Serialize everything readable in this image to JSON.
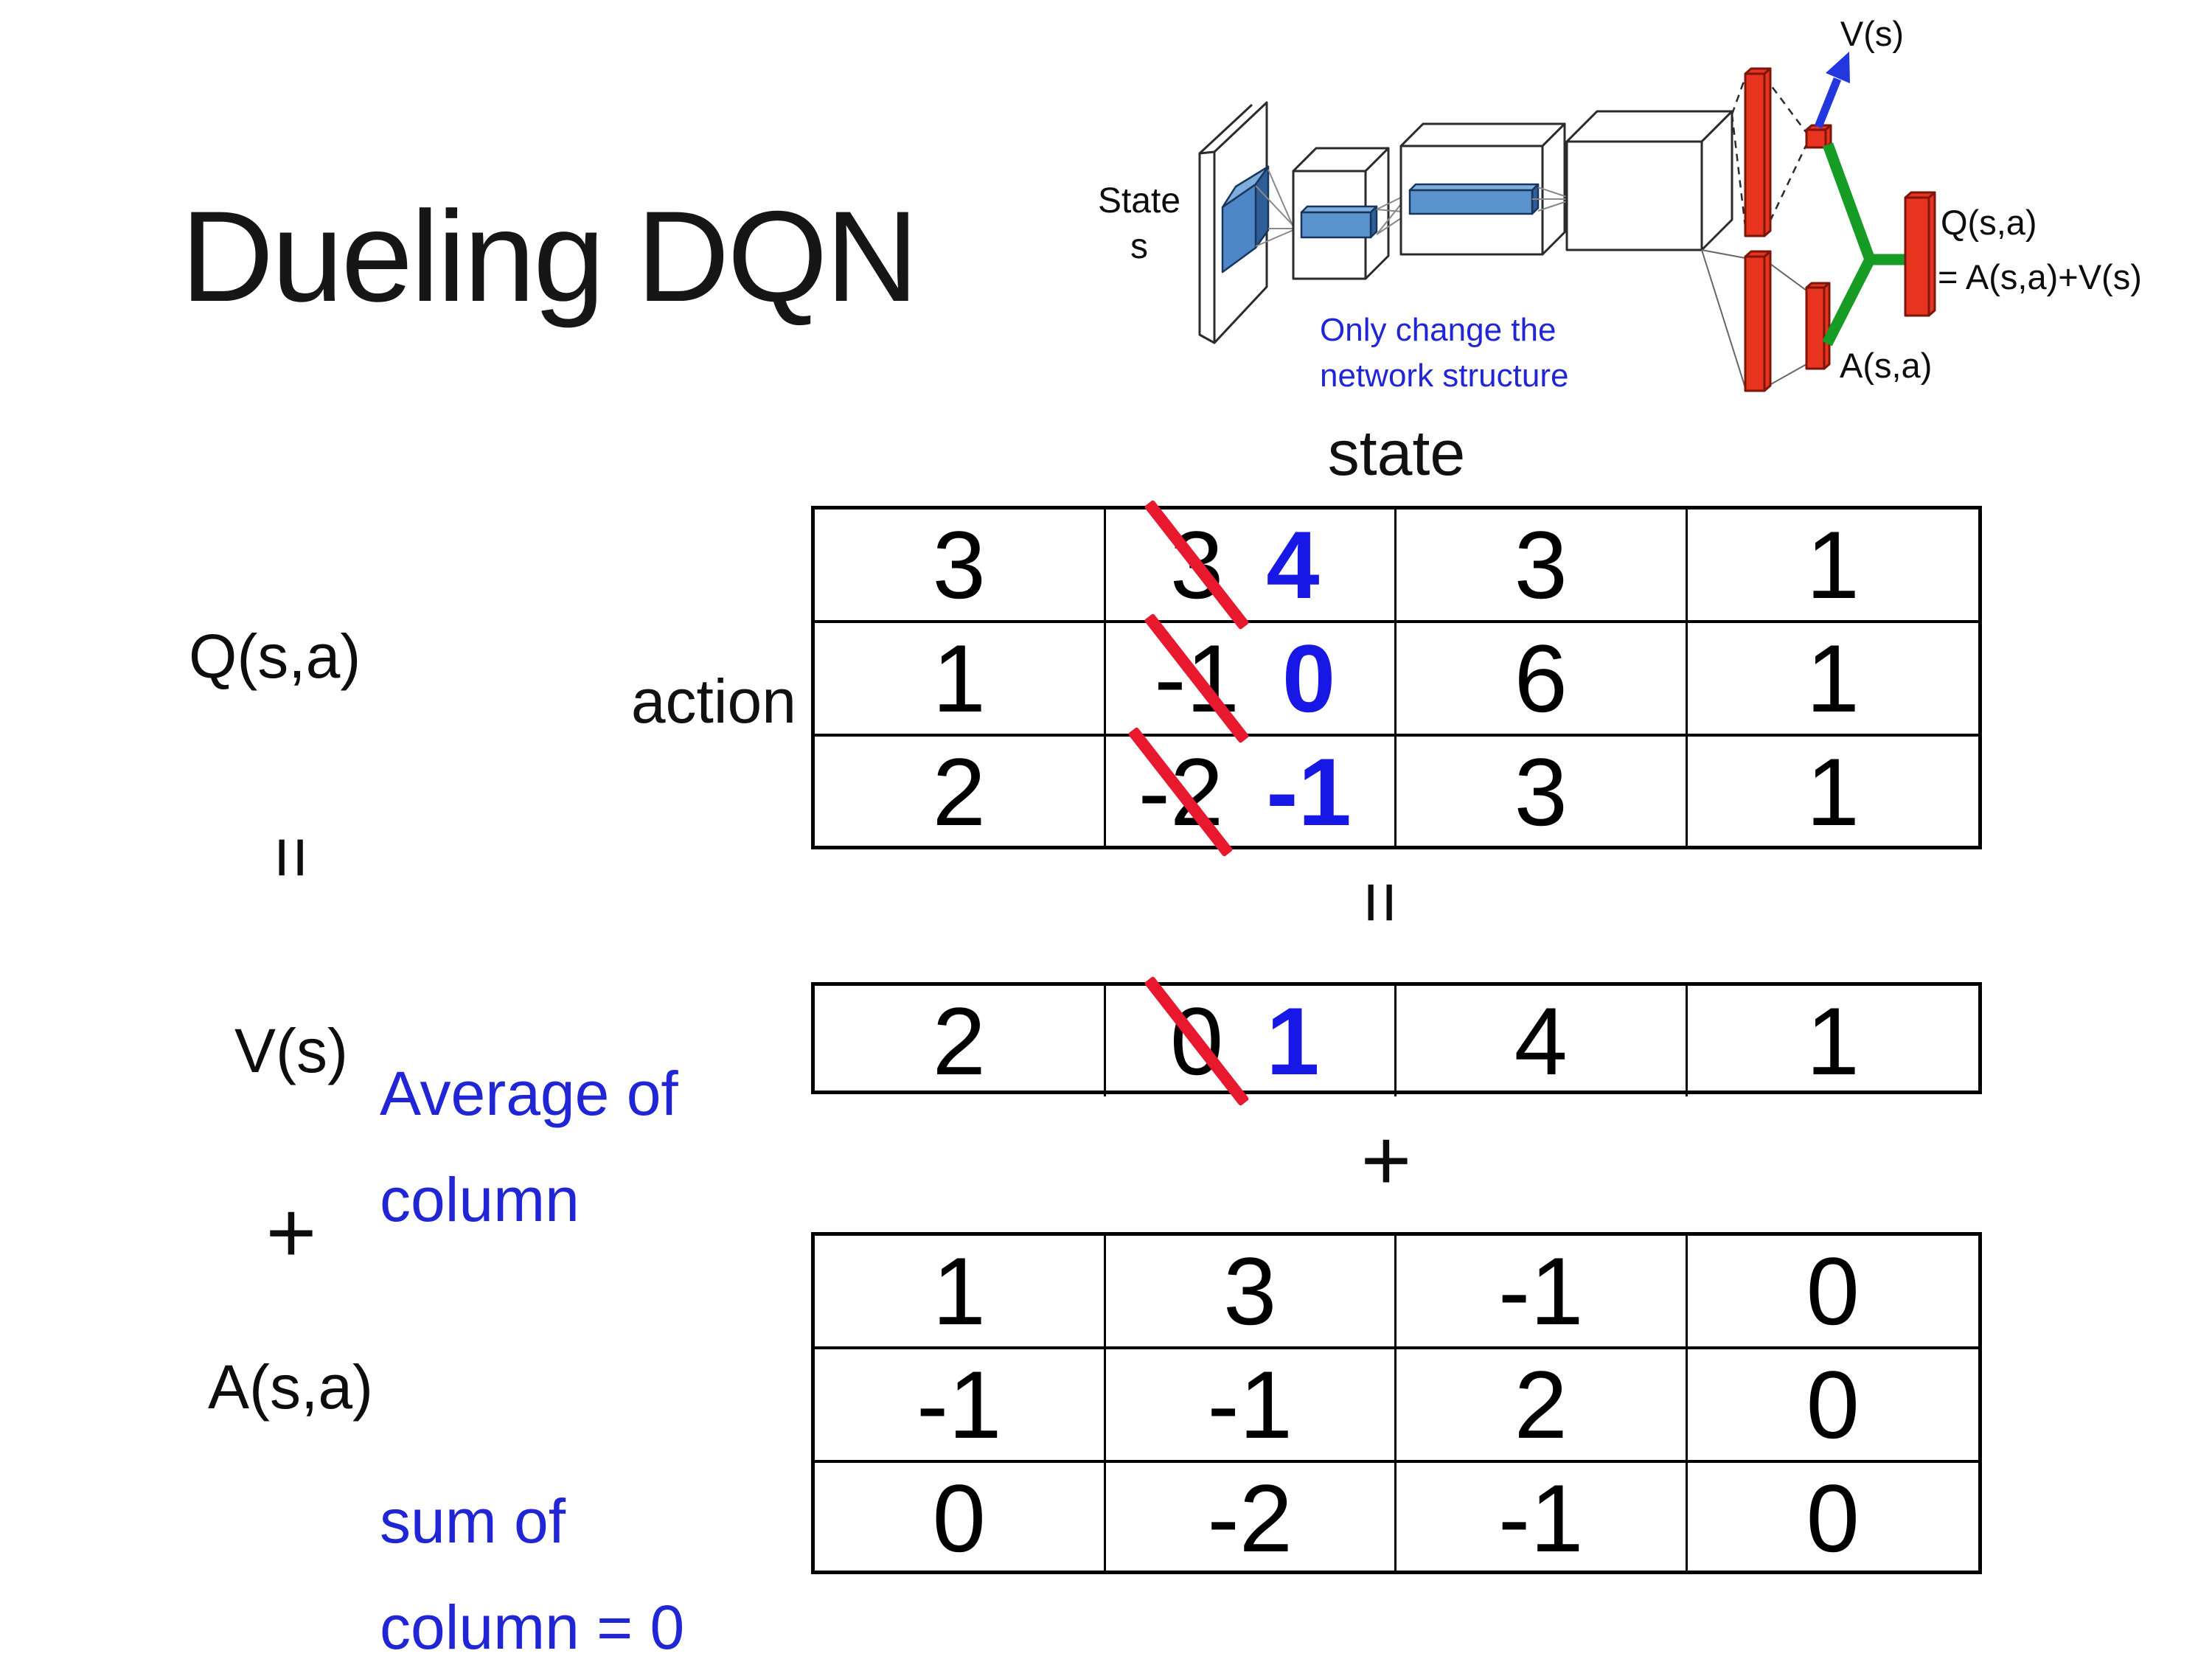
{
  "title": "Dueling DQN",
  "diagram": {
    "state_line1": "State",
    "state_line2": "s",
    "note_line1": "Only change the",
    "note_line2": "network structure",
    "v_out_label": "V(s)",
    "a_out_label": "A(s,a)",
    "q_out_line1": "Q(s,a)",
    "q_out_line2": "= A(s,a)+V(s)"
  },
  "decomposition": {
    "q_label": "Q(s,a)",
    "equals_symbol": "=",
    "plus_symbol": "+",
    "v_label": "V(s)",
    "a_label": "A(s,a)",
    "average_note_line1": "Average of",
    "average_note_line2": "column",
    "sum_note_line1": "sum of",
    "sum_note_line2": "column = 0"
  },
  "tables": {
    "state_header": "state",
    "action_label": "action",
    "q_rows": [
      [
        "3",
        {
          "old": "3",
          "new": "4"
        },
        "3",
        "1"
      ],
      [
        "1",
        {
          "old": "-1",
          "new": "0"
        },
        "6",
        "1"
      ],
      [
        "2",
        {
          "old": "-2",
          "new": "-1"
        },
        "3",
        "1"
      ]
    ],
    "v_rows": [
      [
        "2",
        {
          "old": "0",
          "new": "1"
        },
        "4",
        "1"
      ]
    ],
    "a_rows": [
      [
        "1",
        "3",
        "-1",
        "0"
      ],
      [
        "-1",
        "-1",
        "2",
        "0"
      ],
      [
        "0",
        "-2",
        "-1",
        "0"
      ]
    ]
  },
  "colors": {
    "highlight_blue": "#1717E6",
    "note_blue": "#2026D6",
    "strike_red": "#E8192E",
    "bar_red": "#E8331E",
    "bar_red_outline": "#7E150A",
    "conv_blue": "#4E86C8",
    "conv_blue_light": "#7FAEDC",
    "conv_blue_dark": "#2F5E96",
    "link_green": "#169B25",
    "arrow_blue": "#2337E0"
  }
}
